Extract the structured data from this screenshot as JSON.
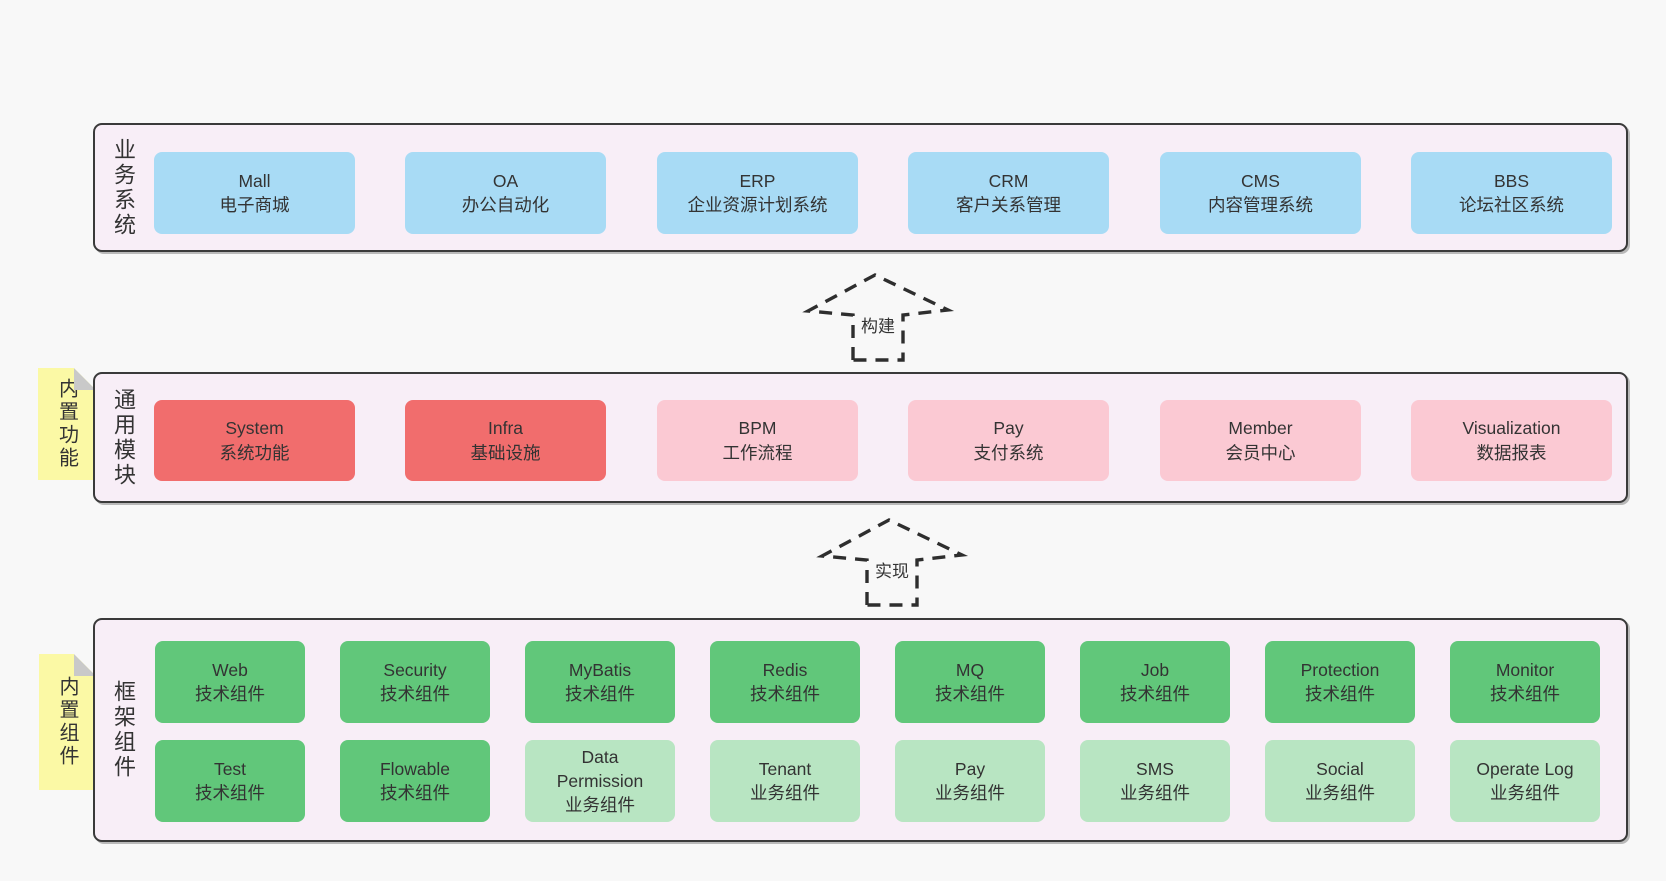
{
  "palette": {
    "page_bg": "#f8f8f8",
    "band_bg": "#f8eef7",
    "band_border": "#3a3a3a",
    "blue": "#a8dbf5",
    "red": "#f16d6d",
    "pink": "#fbc9d3",
    "green": "#61c77a",
    "light_green": "#b8e5c2",
    "sticky_yellow": "#fbf9a5",
    "fold_gray": "#c9c9c9",
    "text": "#333333"
  },
  "arrows": [
    {
      "label": "构建"
    },
    {
      "label": "实现"
    }
  ],
  "stickies": [
    {
      "label": "内置功能"
    },
    {
      "label": "内置组件"
    }
  ],
  "bands": [
    {
      "label": "业务系统",
      "boxes": [
        {
          "en": "Mall",
          "zh": "电子商城",
          "variant": "blue"
        },
        {
          "en": "OA",
          "zh": "办公自动化",
          "variant": "blue"
        },
        {
          "en": "ERP",
          "zh": "企业资源计划系统",
          "variant": "blue"
        },
        {
          "en": "CRM",
          "zh": "客户关系管理",
          "variant": "blue"
        },
        {
          "en": "CMS",
          "zh": "内容管理系统",
          "variant": "blue"
        },
        {
          "en": "BBS",
          "zh": "论坛社区系统",
          "variant": "blue"
        }
      ]
    },
    {
      "label": "通用模块",
      "boxes": [
        {
          "en": "System",
          "zh": "系统功能",
          "variant": "red"
        },
        {
          "en": "Infra",
          "zh": "基础设施",
          "variant": "red"
        },
        {
          "en": "BPM",
          "zh": "工作流程",
          "variant": "pink"
        },
        {
          "en": "Pay",
          "zh": "支付系统",
          "variant": "pink"
        },
        {
          "en": "Member",
          "zh": "会员中心",
          "variant": "pink"
        },
        {
          "en": "Visualization",
          "zh": "数据报表",
          "variant": "pink"
        }
      ]
    },
    {
      "label": "框架组件",
      "rows": [
        [
          {
            "en": "Web",
            "zh": "技术组件",
            "variant": "green"
          },
          {
            "en": "Security",
            "zh": "技术组件",
            "variant": "green"
          },
          {
            "en": "MyBatis",
            "zh": "技术组件",
            "variant": "green"
          },
          {
            "en": "Redis",
            "zh": "技术组件",
            "variant": "green"
          },
          {
            "en": "MQ",
            "zh": "技术组件",
            "variant": "green"
          },
          {
            "en": "Job",
            "zh": "技术组件",
            "variant": "green"
          },
          {
            "en": "Protection",
            "zh": "技术组件",
            "variant": "green"
          },
          {
            "en": "Monitor",
            "zh": "技术组件",
            "variant": "green"
          }
        ],
        [
          {
            "en": "Test",
            "zh": "技术组件",
            "variant": "green"
          },
          {
            "en": "Flowable",
            "zh": "技术组件",
            "variant": "green"
          },
          {
            "en": "Data Permission",
            "zh": "业务组件",
            "variant": "light-green"
          },
          {
            "en": "Tenant",
            "zh": "业务组件",
            "variant": "light-green"
          },
          {
            "en": "Pay",
            "zh": "业务组件",
            "variant": "light-green"
          },
          {
            "en": "SMS",
            "zh": "业务组件",
            "variant": "light-green"
          },
          {
            "en": "Social",
            "zh": "业务组件",
            "variant": "light-green"
          },
          {
            "en": "Operate Log",
            "zh": "业务组件",
            "variant": "light-green"
          }
        ]
      ]
    }
  ]
}
